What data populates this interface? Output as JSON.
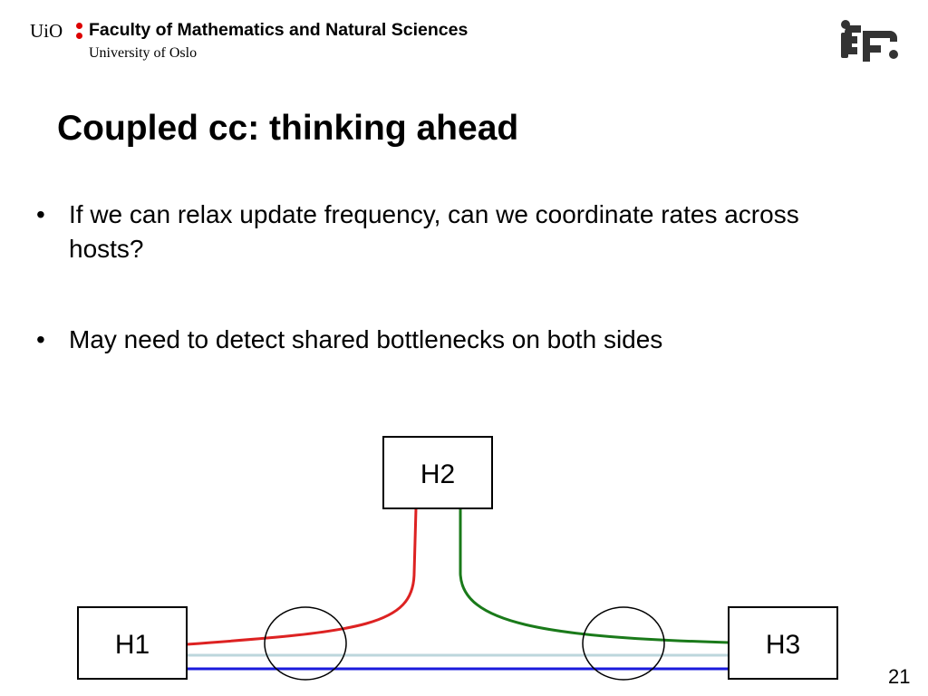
{
  "header": {
    "uio_mark": "UiO",
    "faculty": "Faculty of Mathematics and Natural Sciences",
    "university": "University of Oslo"
  },
  "slide": {
    "title": "Coupled cc: thinking ahead",
    "bullets": [
      "If we can relax update frequency, can we coordinate rates across hosts?",
      "May need to detect shared bottlenecks on both sides"
    ],
    "page_number": "21"
  },
  "diagram": {
    "hosts": [
      "H1",
      "H2",
      "H3"
    ],
    "colors": {
      "red_path": "#dd2222",
      "green_path": "#1a7a1a",
      "light_path": "#bcd6dc",
      "blue_path": "#1a1adc",
      "uio_red": "#dd0000"
    }
  },
  "icons": [
    "uio-dots-icon",
    "ifi-logo-icon"
  ]
}
